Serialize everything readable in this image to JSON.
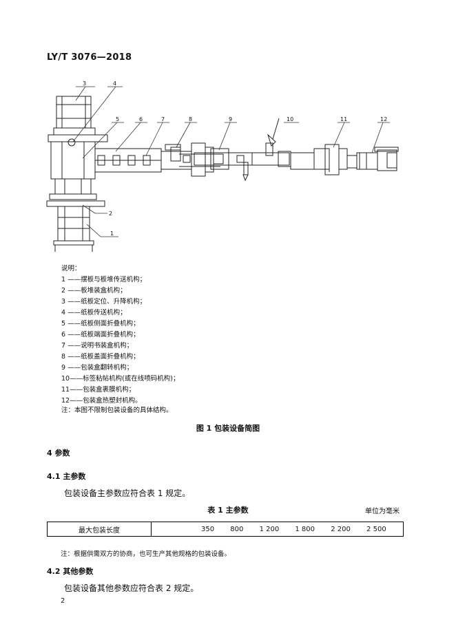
{
  "header": {
    "std_code": "LY/T 3076—2018"
  },
  "figure": {
    "callouts": [
      "1",
      "2",
      "3",
      "4",
      "5",
      "6",
      "7",
      "8",
      "9",
      "10",
      "11",
      "12"
    ],
    "legend_title": "说明：",
    "legend_items": [
      "1 ——摆板与板堆传送机构；",
      "2 ——板堆装盒机构；",
      "3 ——纸板定位、升降机构；",
      "4 ——纸板传送机构；",
      "5 ——纸板侧面折叠机构；",
      "6 ——纸板端面折叠机构；",
      "7 ——说明书装盒机构；",
      "8 ——纸板盖面折叠机构；",
      "9 ——包装盒翻转机构；",
      "10——标签粘帖机构(或在线喷码机构)；",
      "11——包装盒裹膜机构；",
      "12——包装盒热塑封机构。"
    ],
    "legend_note": "注：本图不限制包装设备的具体结构。",
    "caption": "图 1  包装设备简图"
  },
  "section4": {
    "title": "4  参数"
  },
  "section41": {
    "title": "4.1  主参数",
    "para": "包装设备主参数应符合表 1 规定。"
  },
  "table1": {
    "title": "表 1  主参数",
    "unit": "单位为毫米",
    "row_label": "最大包装长度",
    "values": [
      "350",
      "800",
      "1 200",
      "1 800",
      "2 200",
      "2 500"
    ],
    "note": "注：根据供需双方的协商，也可生产其他规格的包装设备。"
  },
  "section42": {
    "title": "4.2  其他参数",
    "para": "包装设备其他参数应符合表 2 规定。"
  },
  "footer": {
    "page_number": "2"
  }
}
